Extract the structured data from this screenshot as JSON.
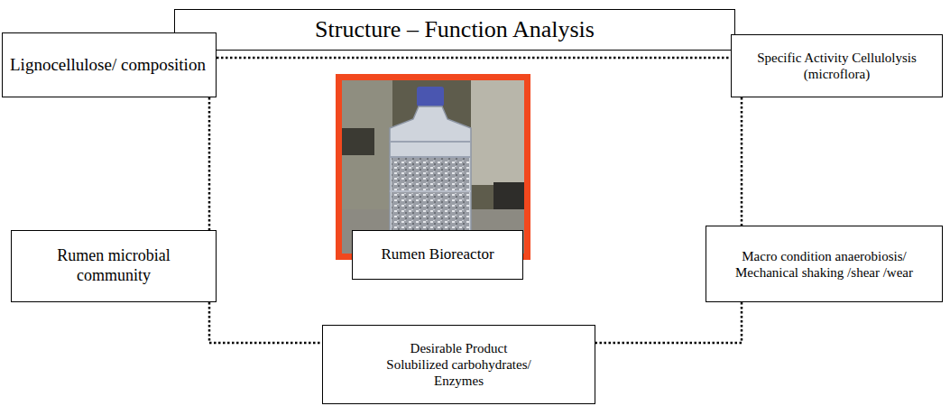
{
  "diagram": {
    "title": "Structure – Function Analysis",
    "nodes": [
      {
        "text": [
          "Lignocellulose/ composition"
        ]
      },
      {
        "text": [
          "Specific Activity Cellulolysis (microflora)"
        ]
      },
      {
        "text": [
          "Rumen Bioreactor"
        ]
      },
      {
        "text": [
          "Rumen microbial community"
        ]
      },
      {
        "text": [
          "Macro condition anaerobiosis/ Mechanical shaking /shear /wear"
        ]
      },
      {
        "text": [
          "Desirable Product",
          "Solubilized carbohydrates/ Enzymes"
        ]
      }
    ],
    "edges": [
      {
        "from": 0,
        "to": 1,
        "arrow": "none"
      },
      {
        "from": 0,
        "to": 3,
        "arrow": "none"
      },
      {
        "from": 1,
        "to": 4,
        "arrow": "none"
      },
      {
        "from": 3,
        "to": 5,
        "arrow": "none"
      },
      {
        "from": 4,
        "to": 5,
        "arrow": "none"
      }
    ]
  }
}
